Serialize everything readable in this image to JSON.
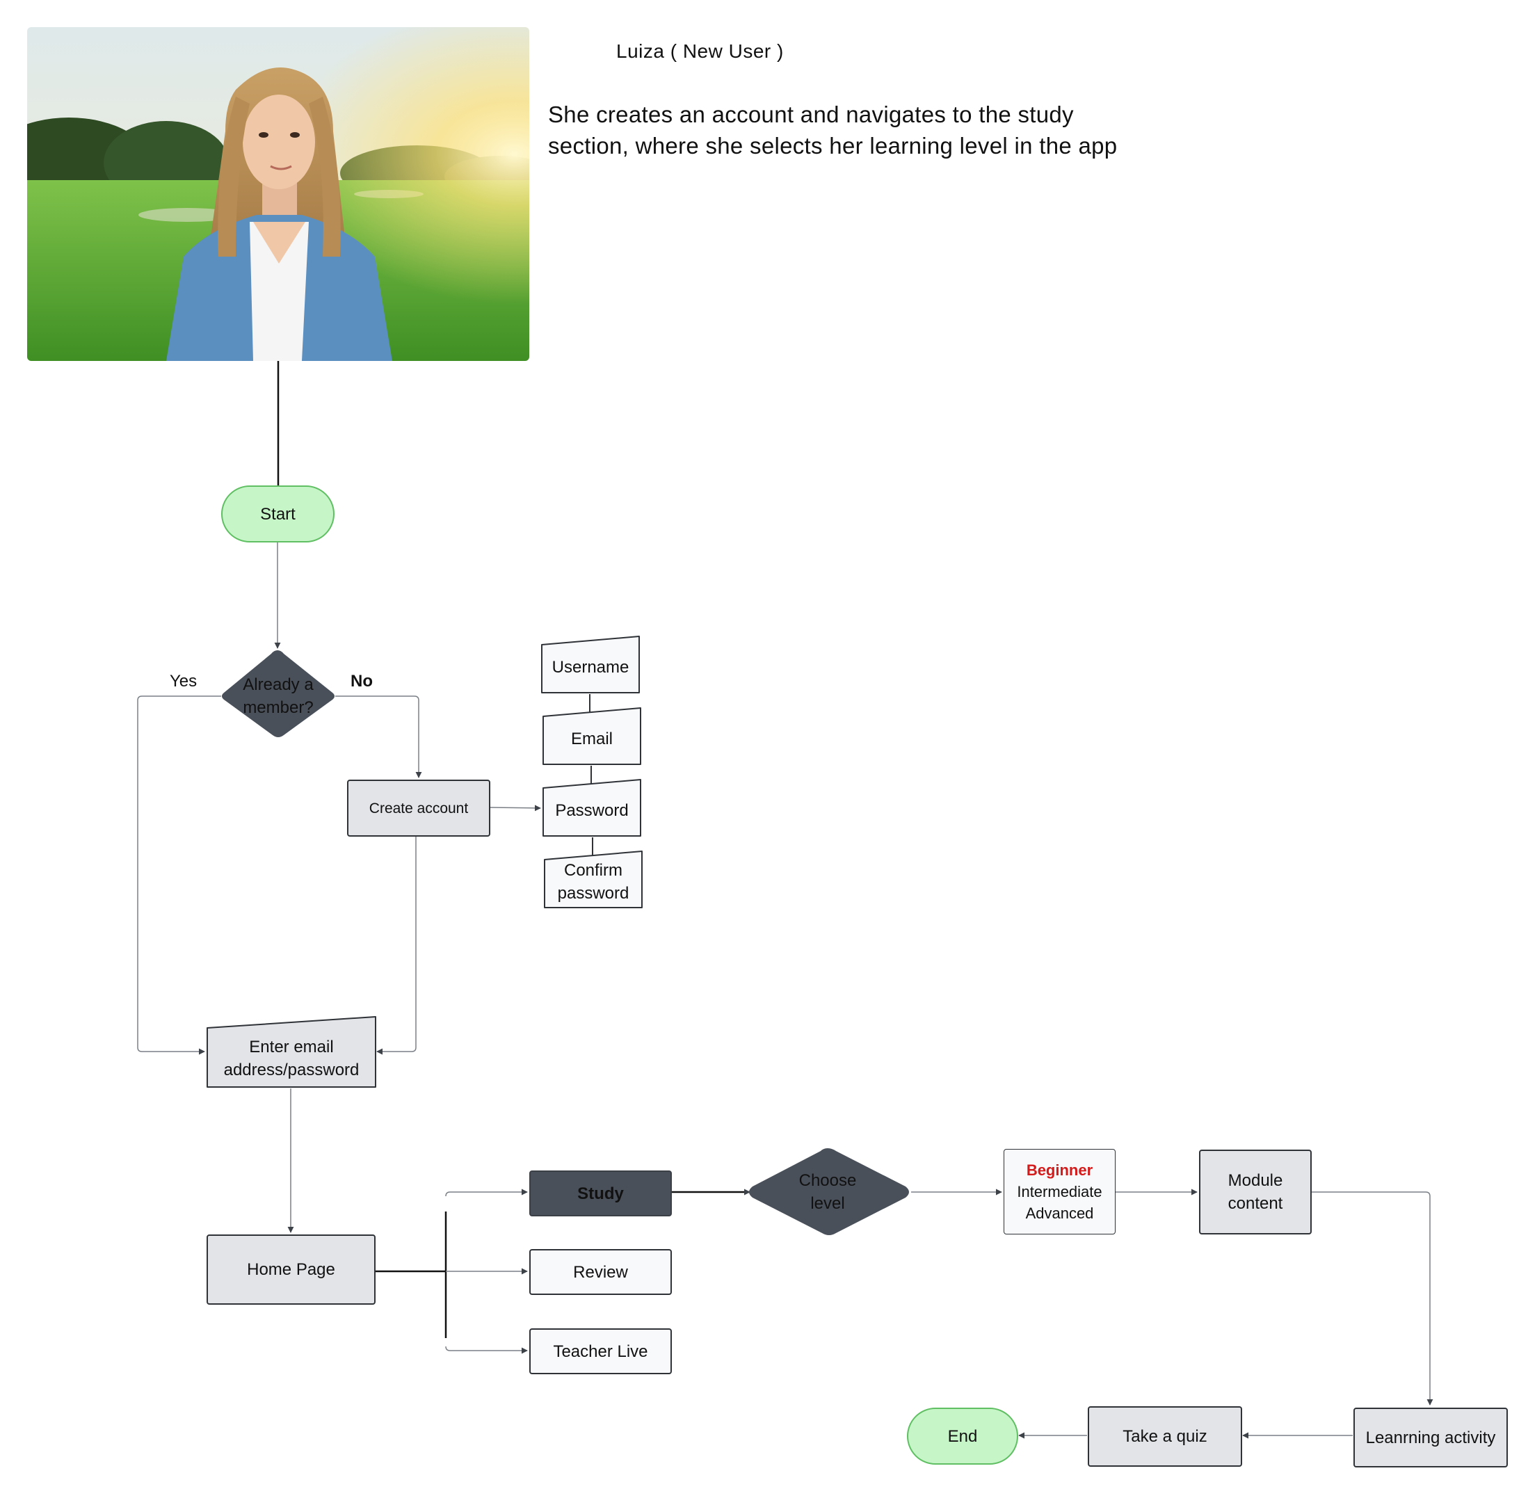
{
  "persona": {
    "name": "Luiza ( New User )",
    "description": "She creates an account and navigates to the study section, where she selects her learning level in the app"
  },
  "nodes": {
    "start": "Start",
    "decision_member_line1": "Already a",
    "decision_member_line2": "member?",
    "yes_label": "Yes",
    "no_label": "No",
    "create_account": "Create account",
    "username": "Username",
    "email": "Email",
    "password": "Password",
    "confirm_line1": "Confirm",
    "confirm_line2": "password",
    "enter_line1": "Enter email",
    "enter_line2": "address/password",
    "home_page": "Home Page",
    "study": "Study",
    "review": "Review",
    "teacher_live": "Teacher Live",
    "choose_line1": "Choose",
    "choose_line2": "level",
    "level_beginner": "Beginner",
    "level_intermediate": "Intermediate",
    "level_advanced": "Advanced",
    "module_line1": "Module",
    "module_line2": "content",
    "learning_activity": "Leanrning activity",
    "take_quiz": "Take a quiz",
    "end": "End"
  },
  "colors": {
    "terminal_fill": "#c6f6c8",
    "terminal_border": "#5fbf62",
    "decision_fill": "#4a5059",
    "process_fill": "#e2e4e8",
    "input_fill": "#f8f9fb",
    "highlight_text": "#d41b1b",
    "connector": "#7a7f86"
  }
}
